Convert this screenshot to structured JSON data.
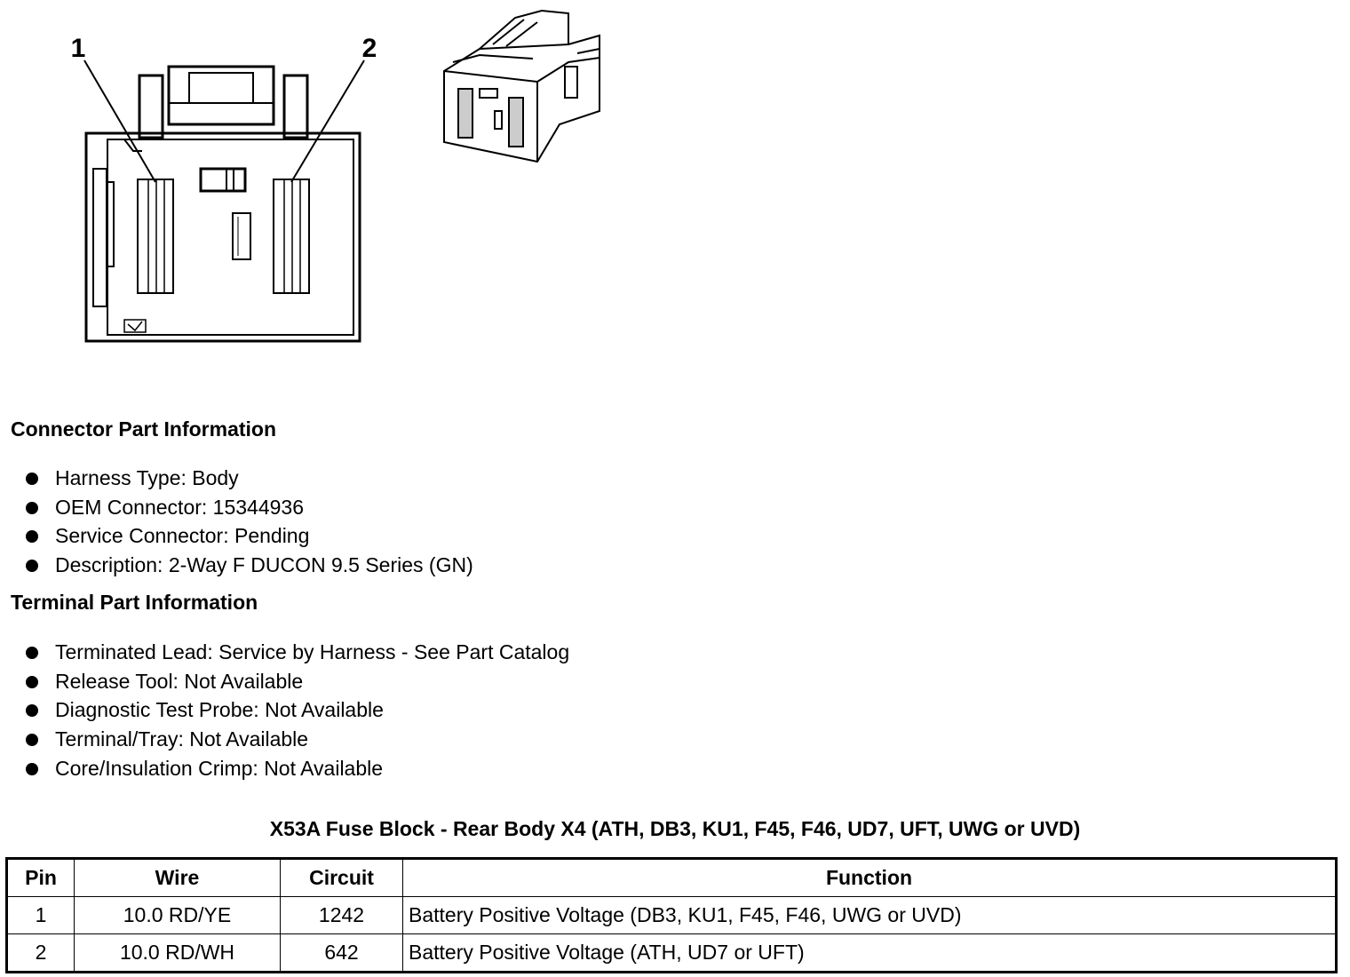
{
  "diagram": {
    "callouts": [
      "1",
      "2"
    ]
  },
  "connector_section": {
    "title": "Connector Part Information",
    "items": [
      "Harness Type: Body",
      "OEM Connector: 15344936",
      "Service Connector: Pending",
      "Description: 2-Way F DUCON 9.5 Series (GN)"
    ]
  },
  "terminal_section": {
    "title": "Terminal Part Information",
    "items": [
      "Terminated Lead: Service by Harness - See Part Catalog",
      "Release Tool: Not Available",
      "Diagnostic Test Probe: Not Available",
      "Terminal/Tray: Not Available",
      "Core/Insulation Crimp: Not Available"
    ]
  },
  "pin_table": {
    "title": "X53A Fuse Block - Rear Body X4 (ATH, DB3, KU1, F45, F46, UD7, UFT, UWG or UVD)",
    "headers": [
      "Pin",
      "Wire",
      "Circuit",
      "Function"
    ],
    "rows": [
      [
        "1",
        "10.0 RD/YE",
        "1242",
        "Battery Positive Voltage (DB3, KU1, F45, F46, UWG or UVD)"
      ],
      [
        "2",
        "10.0 RD/WH",
        "642",
        "Battery Positive Voltage (ATH, UD7 or UFT)"
      ]
    ]
  }
}
